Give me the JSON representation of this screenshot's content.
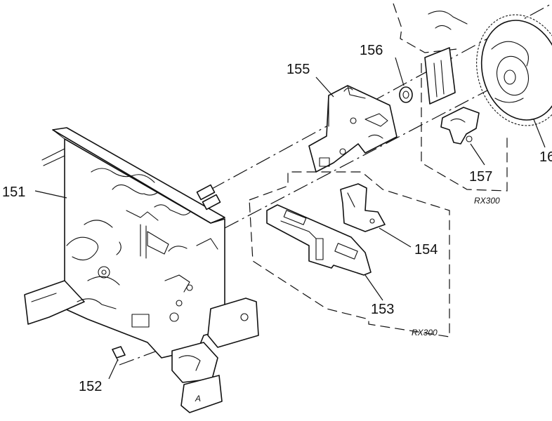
{
  "parts": {
    "p151": "151",
    "p152": "152",
    "p153": "153",
    "p154": "154",
    "p155": "155",
    "p156": "156",
    "p157": "157",
    "p16x": "16"
  },
  "groups": {
    "lower": "RX300",
    "upper": "RX300"
  },
  "stamp": "A",
  "colors": {
    "ink": "#111111",
    "paper": "#ffffff"
  }
}
